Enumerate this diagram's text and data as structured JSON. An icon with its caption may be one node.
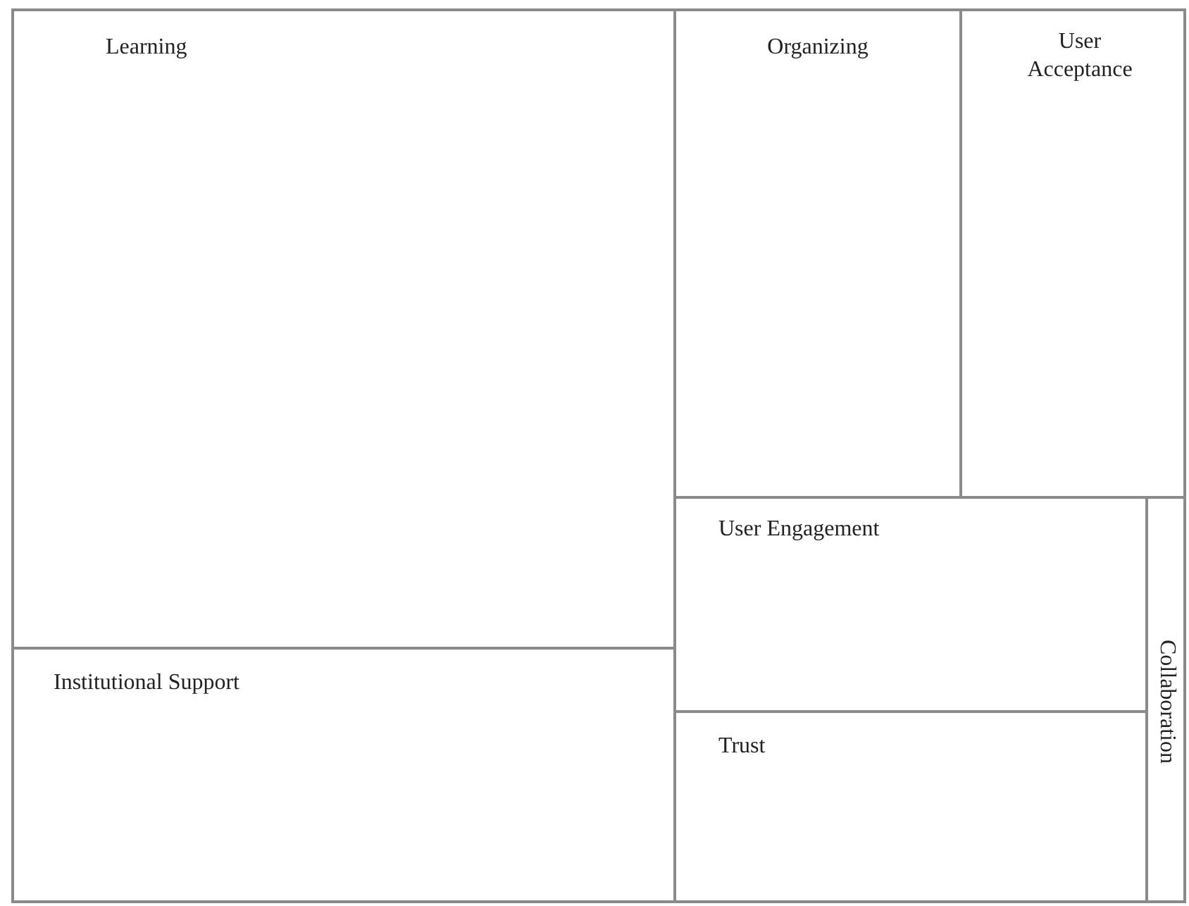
{
  "diagram": {
    "nodes": [
      {
        "text": [
          "Learning"
        ]
      },
      {
        "text": [
          "Organizing"
        ]
      },
      {
        "text": [
          "User Acceptance"
        ]
      },
      {
        "text": [
          "User Engagement"
        ]
      },
      {
        "text": [
          "Institutional Support"
        ]
      },
      {
        "text": [
          "Trust"
        ]
      },
      {
        "text": [
          "Collaboration"
        ]
      }
    ]
  }
}
